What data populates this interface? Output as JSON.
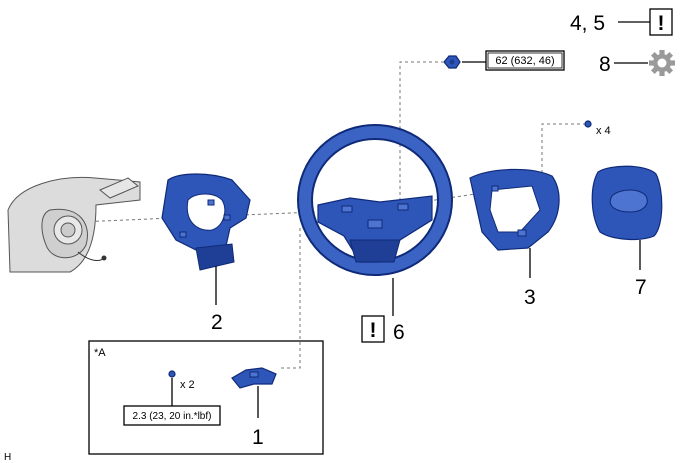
{
  "labels": {
    "part1": "1",
    "part2": "2",
    "part3": "3",
    "part6": "6",
    "part7": "7",
    "part8": "8",
    "part45": "4, 5"
  },
  "caution_symbol": "!",
  "torque_main": "62 (632, 46)",
  "torque_inset": "2.3 (23, 20 in.*lbf)",
  "qty_screws": "x 4",
  "qty_inset": "x 2",
  "inset_label": "*A",
  "corner_mark": "H",
  "icons": [
    "caution-icon",
    "gear-icon"
  ],
  "colors": {
    "part_blue": "#2e56b8",
    "part_dark": "#0f2a78",
    "column_gray": "#d9d9d9"
  }
}
